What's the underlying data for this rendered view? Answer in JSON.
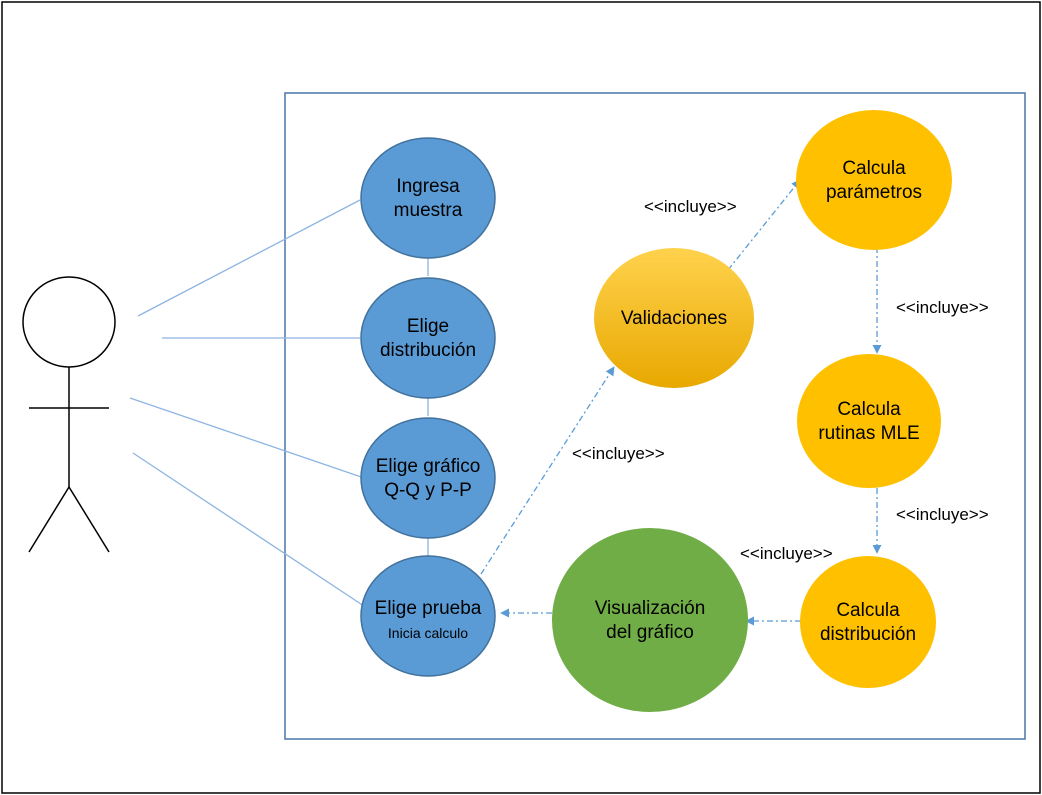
{
  "colors": {
    "actor_use_case_fill": "#5b9bd5",
    "actor_use_case_stroke": "#41719c",
    "include_fill": "#ffc000",
    "result_fill": "#70ad47",
    "boundary_stroke": "#4a76a8",
    "association_line": "#8eb4e3",
    "include_arrow": "#5b9bd5"
  },
  "use_cases": {
    "ingresa": [
      "Ingresa",
      "muestra"
    ],
    "distribucion": [
      "Elige",
      "distribución"
    ],
    "grafico": [
      "Elige gráfico",
      "Q-Q y P-P"
    ],
    "prueba": [
      "Elige prueba"
    ],
    "prueba_sub": "Inicia calculo",
    "validaciones": [
      "Validaciones"
    ],
    "parametros": [
      "Calcula",
      "parámetros"
    ],
    "rutinas": [
      "Calcula",
      "rutinas MLE"
    ],
    "calc_distribucion": [
      "Calcula",
      "distribución"
    ],
    "visualizacion": [
      "Visualización",
      "del gráfico"
    ]
  },
  "relations": {
    "include_label": "<<incluye>>"
  }
}
